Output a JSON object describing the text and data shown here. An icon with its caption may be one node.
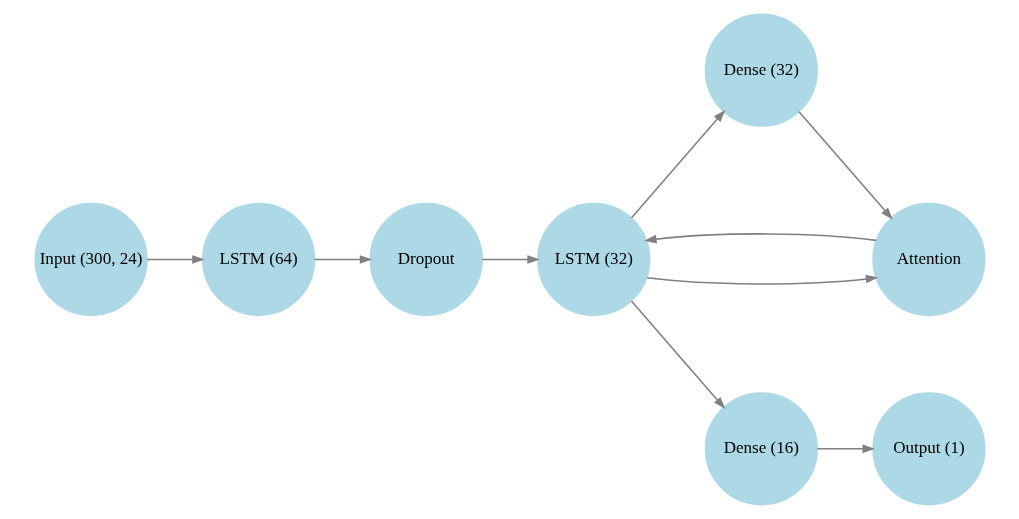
{
  "diagram": {
    "nodes": [
      {
        "text": [
          "Input (300, 24)"
        ]
      },
      {
        "text": [
          "LSTM (64)"
        ]
      },
      {
        "text": [
          "Dropout"
        ]
      },
      {
        "text": [
          "LSTM (32)"
        ]
      },
      {
        "text": [
          "Dense (32)"
        ]
      },
      {
        "text": [
          "Attention"
        ]
      },
      {
        "text": [
          "Dense (16)"
        ]
      },
      {
        "text": [
          "Output (1)"
        ]
      }
    ],
    "edges": [
      {
        "from": 0,
        "to": 1,
        "arrow": "to"
      },
      {
        "from": 1,
        "to": 2,
        "arrow": "to"
      },
      {
        "from": 2,
        "to": 3,
        "arrow": "to"
      },
      {
        "from": 3,
        "to": 4,
        "arrow": "to"
      },
      {
        "from": 4,
        "to": 5,
        "arrow": "to"
      },
      {
        "from": 3,
        "to": 5,
        "arrow": "to"
      },
      {
        "from": 5,
        "to": 3,
        "arrow": "to"
      },
      {
        "from": 3,
        "to": 6,
        "arrow": "to"
      },
      {
        "from": 6,
        "to": 7,
        "arrow": "to"
      }
    ]
  }
}
